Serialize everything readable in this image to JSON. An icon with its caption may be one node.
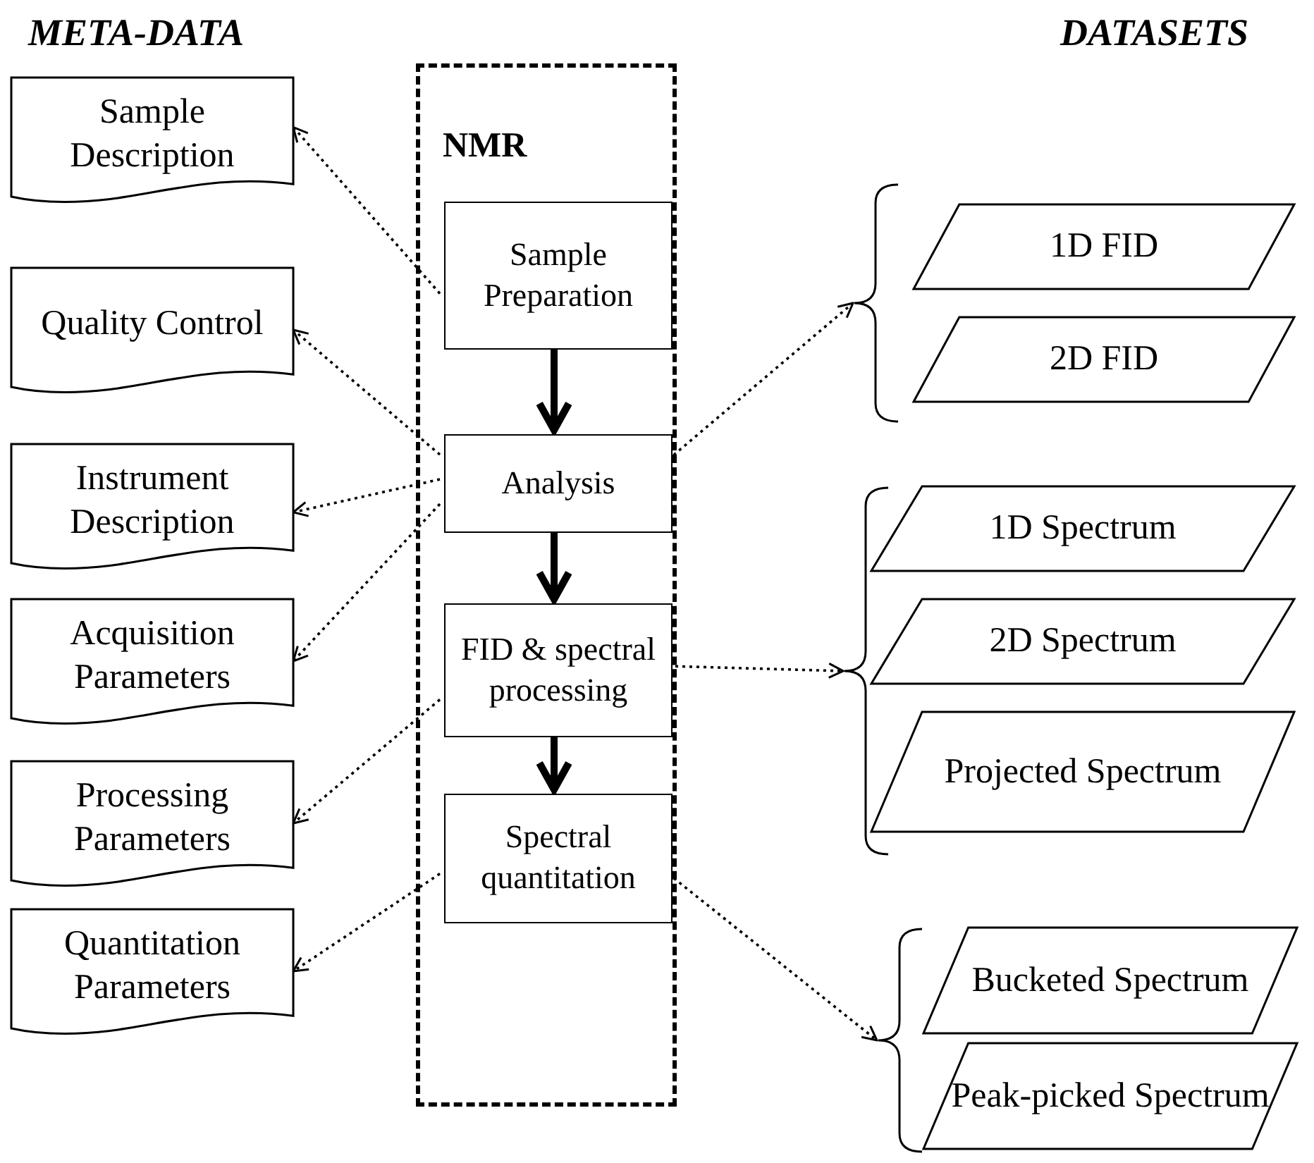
{
  "diagram": {
    "nodes": [
      {
        "text": [
          "NMR"
        ]
      },
      {
        "text": [
          "Sample Preparation"
        ],
        "in": 0
      },
      {
        "text": [
          "Analysis"
        ],
        "in": 0
      },
      {
        "text": [
          "FID & spectral processing"
        ],
        "in": 0
      },
      {
        "text": [
          "Spectral quantitation"
        ],
        "in": 0
      },
      {
        "text": [
          "Sample Description"
        ]
      },
      {
        "text": [
          "Quality Control"
        ]
      },
      {
        "text": [
          "Instrument Description"
        ]
      },
      {
        "text": [
          "Acquisition Parameters"
        ]
      },
      {
        "text": [
          "Processing Parameters"
        ]
      },
      {
        "text": [
          "Quantitation Parameters"
        ]
      },
      {
        "text": [],
        "shape": "brace"
      },
      {
        "text": [
          "1D FID"
        ]
      },
      {
        "text": [
          "2D FID"
        ]
      },
      {
        "text": [],
        "shape": "brace"
      },
      {
        "text": [
          "1D Spectrum"
        ]
      },
      {
        "text": [
          "2D Spectrum"
        ]
      },
      {
        "text": [
          "Projected Spectrum"
        ]
      },
      {
        "text": [],
        "shape": "brace"
      },
      {
        "text": [
          "Bucketed Spectrum"
        ]
      },
      {
        "text": [
          "Peak-picked Spectrum"
        ]
      }
    ],
    "edges": [
      {
        "from": 1,
        "to": 2,
        "arrow": "to",
        "style": "thick"
      },
      {
        "from": 2,
        "to": 3,
        "arrow": "to",
        "style": "thick"
      },
      {
        "from": 3,
        "to": 4,
        "arrow": "to",
        "style": "thick"
      },
      {
        "from": 1,
        "to": 5,
        "arrow": "to",
        "style": "dashed"
      },
      {
        "from": 2,
        "to": 6,
        "arrow": "to",
        "style": "dashed"
      },
      {
        "from": 2,
        "to": 7,
        "arrow": "to",
        "style": "dashed"
      },
      {
        "from": 2,
        "to": 8,
        "arrow": "to",
        "style": "dashed"
      },
      {
        "from": 3,
        "to": 9,
        "arrow": "to",
        "style": "dashed"
      },
      {
        "from": 4,
        "to": 10,
        "arrow": "to",
        "style": "dashed"
      },
      {
        "from": 2,
        "to": 11,
        "arrow": "to",
        "style": "dashed"
      },
      {
        "from": 3,
        "to": 14,
        "arrow": "to",
        "style": "dashed"
      },
      {
        "from": 4,
        "to": 18,
        "arrow": "to",
        "style": "dashed"
      }
    ],
    "labels": [
      "META-DATA",
      "DATASETS"
    ]
  }
}
